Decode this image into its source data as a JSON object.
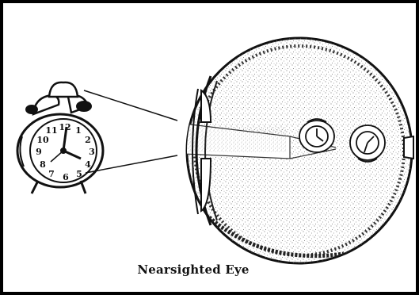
{
  "caption": "Nearsighted Eye",
  "clock": {
    "numerals": [
      "12",
      "1",
      "2",
      "3",
      "4",
      "5",
      "6",
      "7",
      "8",
      "9",
      "10",
      "11"
    ]
  },
  "colors": {
    "ink": "#111111",
    "stipple": "#6b6b6b",
    "background": "#ffffff",
    "frame": "#000000"
  }
}
